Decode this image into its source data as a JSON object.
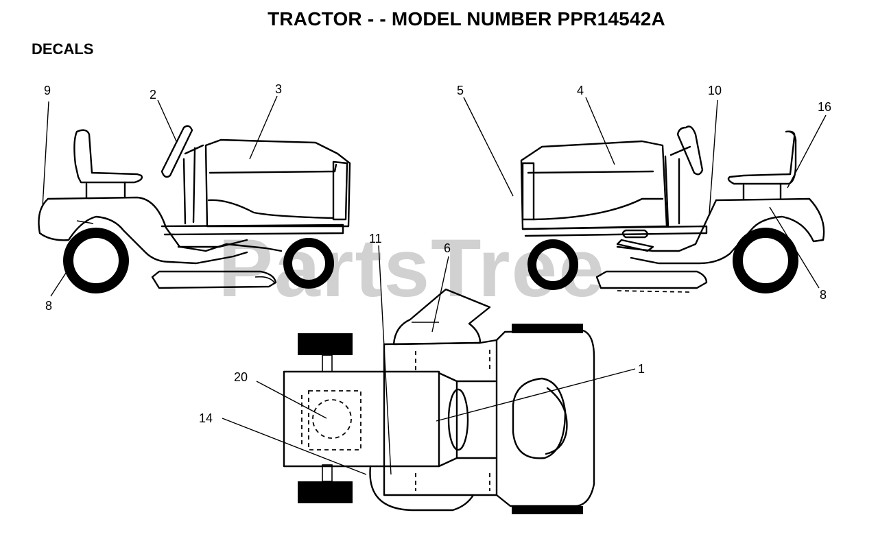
{
  "title": "TRACTOR - - MODEL NUMBER PPR14542A",
  "section": "DECALS",
  "watermark": "PartsTree",
  "callouts": {
    "c9": "9",
    "c2": "2",
    "c3": "3",
    "c8_left": "8",
    "c5": "5",
    "c4": "4",
    "c10": "10",
    "c16": "16",
    "c8_right": "8",
    "c11": "11",
    "c6": "6",
    "c20": "20",
    "c1": "1",
    "c14": "14"
  }
}
